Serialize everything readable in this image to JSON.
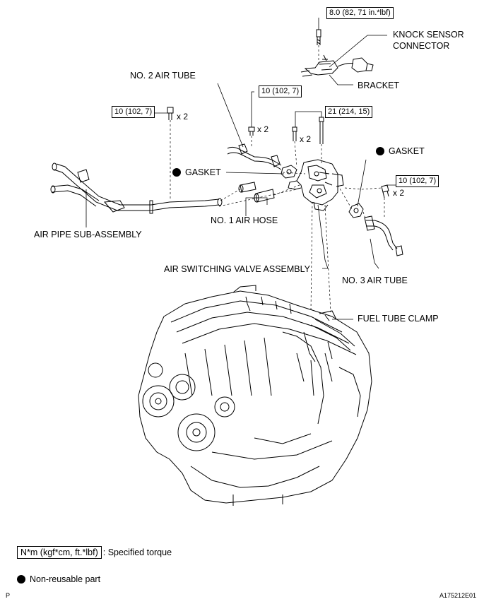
{
  "labels": {
    "knock_sensor_connector_1": "KNOCK SENSOR",
    "knock_sensor_connector_2": "CONNECTOR",
    "bracket": "BRACKET",
    "no2_air_tube": "NO. 2 AIR TUBE",
    "gasket_top_right": "GASKET",
    "gasket_mid": "GASKET",
    "no1_air_hose": "NO. 1 AIR HOSE",
    "air_pipe_sub_assembly": "AIR PIPE SUB-ASSEMBLY",
    "air_switching_valve_assembly": "AIR SWITCHING VALVE ASSEMBLY",
    "no3_air_tube": "NO. 3 AIR TUBE",
    "fuel_tube_clamp": "FUEL TUBE CLAMP"
  },
  "torques": {
    "knock_bracket_bolt": "8.0 (82, 71 in.*lbf)",
    "no2_tube_bolts": "10 (102, 7)",
    "valve_bolts": "21 (214, 15)",
    "air_pipe_bolts": "10 (102, 7)",
    "no3_tube_bolts": "10 (102, 7)"
  },
  "quantities": {
    "no2_tube": "x 2",
    "valve": "x 2",
    "air_pipe": "x 2",
    "no3_tube": "x 2"
  },
  "legend": {
    "torque_box": "N*m (kgf*cm, ft.*lbf)",
    "torque_text": ": Specified torque",
    "non_reusable": "Non-reusable part"
  },
  "corner": {
    "left": "P",
    "right": "A175212E01"
  }
}
